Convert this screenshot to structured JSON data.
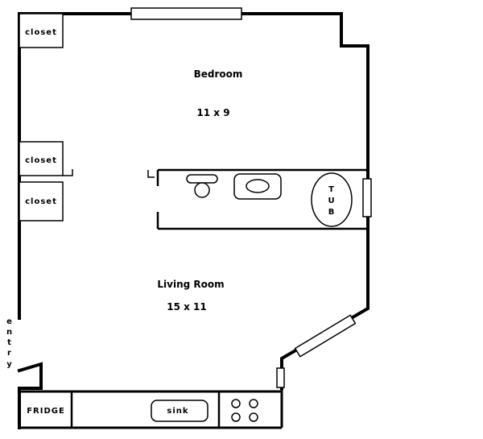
{
  "rooms": {
    "bedroom": {
      "name": "Bedroom",
      "size": "11 x 9"
    },
    "living_room": {
      "name": "Living Room",
      "size": "15 x 11"
    }
  },
  "closets": [
    "closet",
    "closet",
    "closet"
  ],
  "tub_label": [
    "T",
    "U",
    "B"
  ],
  "entry_letters": [
    "e",
    "n",
    "t",
    "r",
    "y"
  ],
  "fridge_label": "FRIDGE",
  "sink_label": "sink"
}
